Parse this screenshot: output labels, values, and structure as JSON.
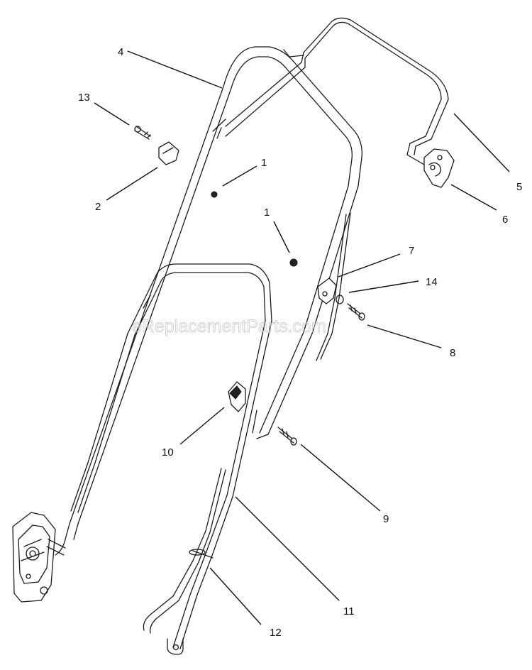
{
  "watermark": "eReplacementParts.com",
  "callouts": [
    {
      "id": "c4",
      "label": "4"
    },
    {
      "id": "c13",
      "label": "13"
    },
    {
      "id": "c1a",
      "label": "1"
    },
    {
      "id": "c2",
      "label": "2"
    },
    {
      "id": "c5",
      "label": "5"
    },
    {
      "id": "c6",
      "label": "6"
    },
    {
      "id": "c1b",
      "label": "1"
    },
    {
      "id": "c7",
      "label": "7"
    },
    {
      "id": "c14",
      "label": "14"
    },
    {
      "id": "c8",
      "label": "8"
    },
    {
      "id": "c10",
      "label": "10"
    },
    {
      "id": "c9",
      "label": "9"
    },
    {
      "id": "c11",
      "label": "11"
    },
    {
      "id": "c12",
      "label": "12"
    }
  ]
}
